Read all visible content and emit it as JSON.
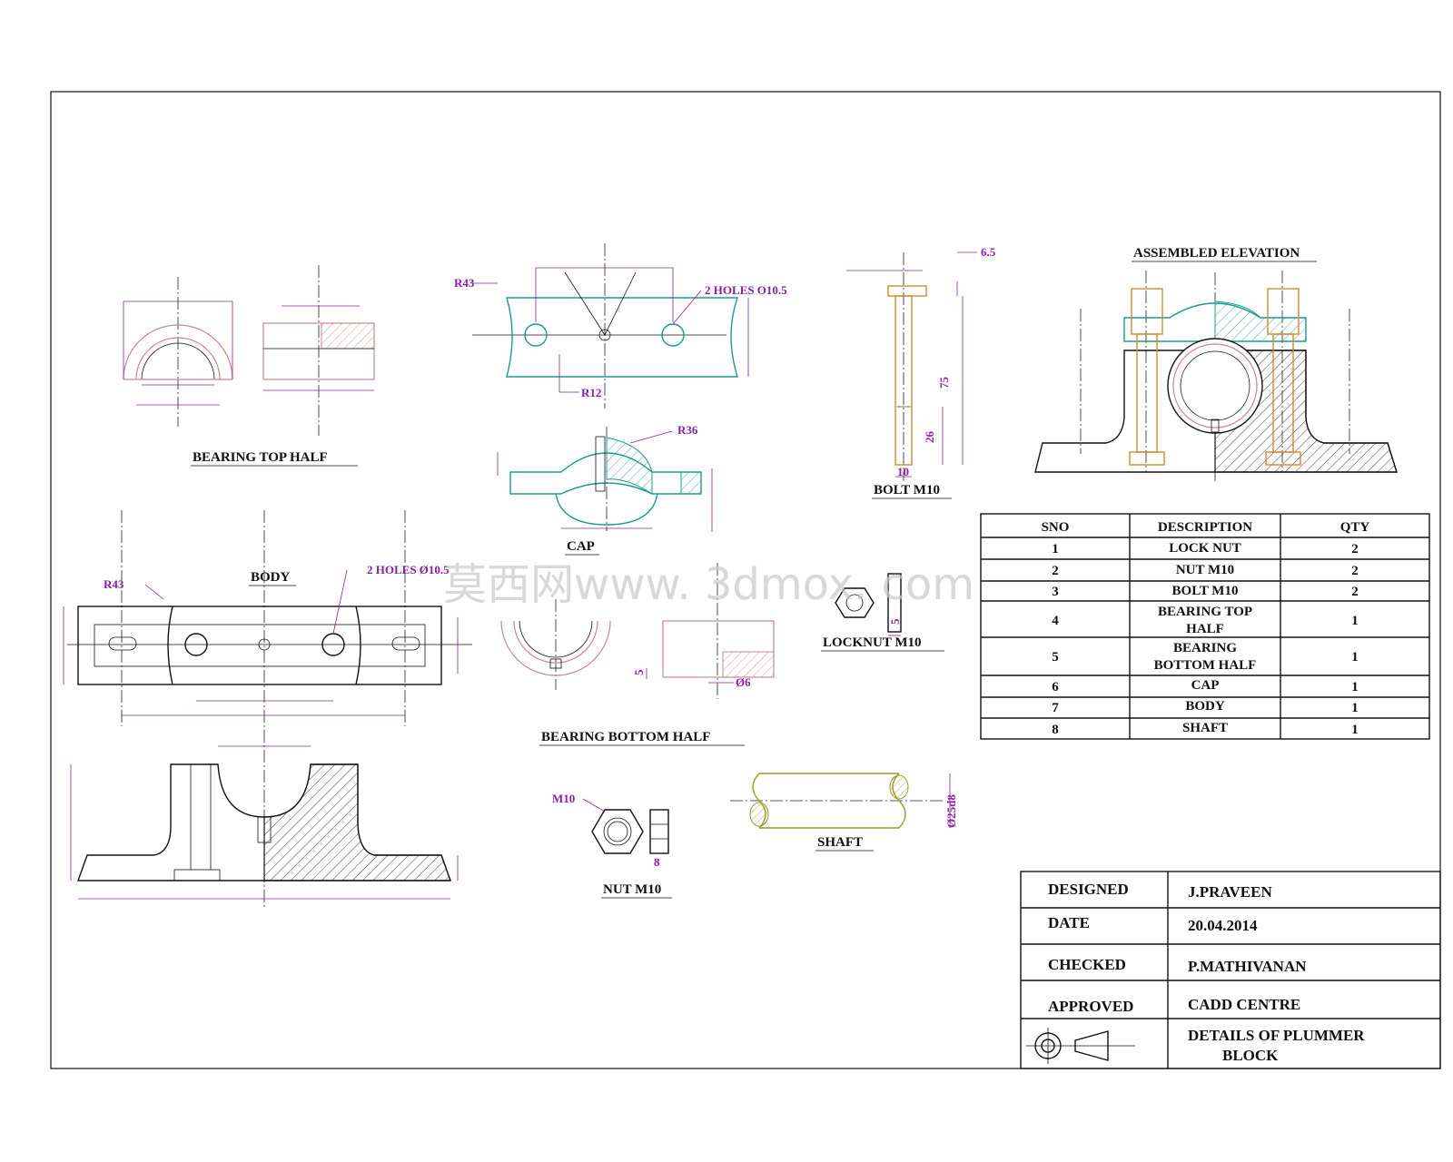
{
  "views": {
    "bearing_top_half": "BEARING TOP HALF",
    "cap": "CAP",
    "body": "BODY",
    "bearing_bottom_half": "BEARING BOTTOM HALF",
    "bolt": "BOLT M10",
    "locknut": "LOCKNUT M10",
    "nut": "NUT M10",
    "shaft": "SHAFT",
    "assembled": "ASSEMBLED  ELEVATION"
  },
  "annotations": {
    "cap_r43": "R43",
    "cap_holes": "2 HOLES O10.5",
    "cap_r12": "R12",
    "cap_r36": "R36",
    "body_r43": "R43",
    "body_holes": "2 HOLES Ø10.5",
    "bolt_65": "6.5",
    "bolt_75": "75",
    "bolt_26": "26",
    "bolt_10": "10",
    "locknut_5": "5",
    "bbh_5": "5",
    "bbh_d6": "Ø6",
    "nut_m10": "M10",
    "nut_8": "8",
    "shaft_dia": "Ø25d8"
  },
  "parts_table": {
    "headers": [
      "SNO",
      "DESCRIPTION",
      "QTY"
    ],
    "rows": [
      {
        "sno": "1",
        "desc1": "LOCK NUT",
        "desc2": "",
        "qty": "2"
      },
      {
        "sno": "2",
        "desc1": "NUT M10",
        "desc2": "",
        "qty": "2"
      },
      {
        "sno": "3",
        "desc1": "BOLT M10",
        "desc2": "",
        "qty": "2"
      },
      {
        "sno": "4",
        "desc1": "BEARING TOP",
        "desc2": "HALF",
        "qty": "1"
      },
      {
        "sno": "5",
        "desc1": "BEARING",
        "desc2": "BOTTOM HALF",
        "qty": "1"
      },
      {
        "sno": "6",
        "desc1": "CAP",
        "desc2": "",
        "qty": "1"
      },
      {
        "sno": "7",
        "desc1": "BODY",
        "desc2": "",
        "qty": "1"
      },
      {
        "sno": "8",
        "desc1": "SHAFT",
        "desc2": "",
        "qty": "1"
      }
    ]
  },
  "title_block": {
    "designed_label": "DESIGNED",
    "designed_value": "J.PRAVEEN",
    "date_label": "DATE",
    "date_value": "20.04.2014",
    "checked_label": "CHECKED",
    "checked_value": "P.MATHIVANAN",
    "approved_label": "APPROVED",
    "approved_value": "CADD CENTRE",
    "title_line1": "DETAILS OF PLUMMER",
    "title_line2": "BLOCK"
  },
  "watermark": "莫西网www. 3dmox. com"
}
